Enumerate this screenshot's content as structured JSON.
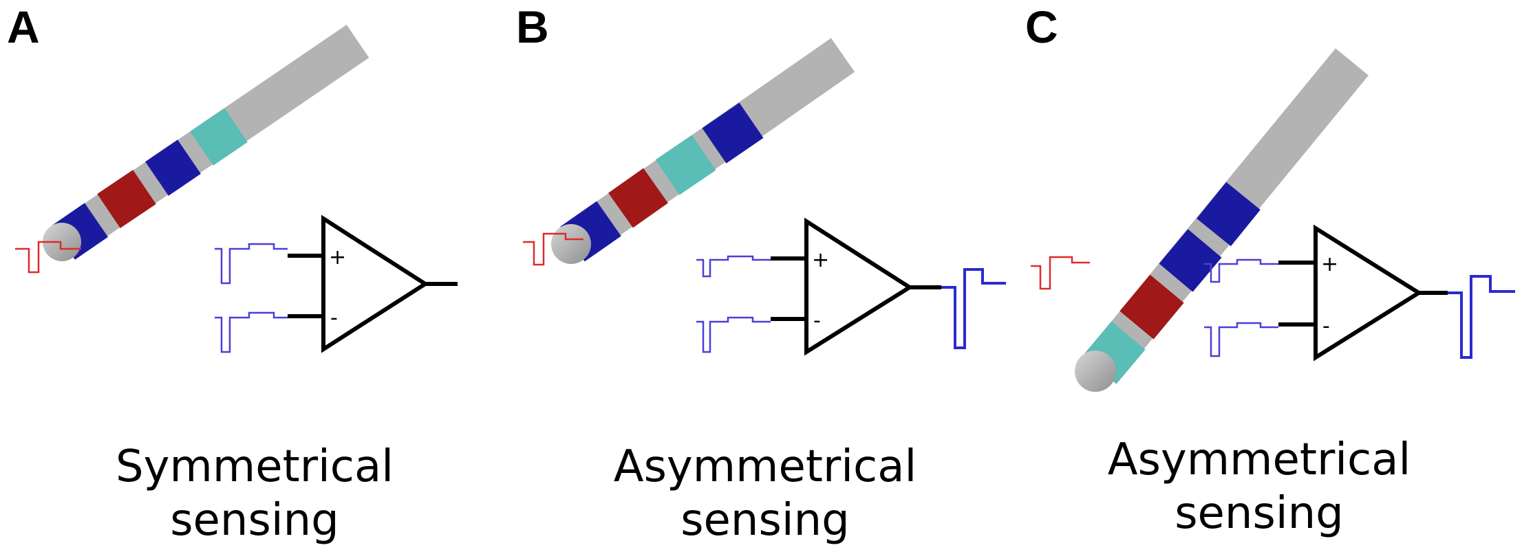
{
  "panels": [
    {
      "letter": "A",
      "caption_line1": "Symmetrical",
      "caption_line2": "sensing"
    },
    {
      "letter": "B",
      "caption_line1": "Asymmetrical",
      "caption_line2": "sensing"
    },
    {
      "letter": "C",
      "caption_line1": "Asymmetrical",
      "caption_line2": "sensing"
    }
  ],
  "amplifier": {
    "plus_sign": "+",
    "minus_sign": "-"
  },
  "colors": {
    "lead_body": "#b3b3b3",
    "ring_blue": "#1a1aa0",
    "ring_red": "#a01818",
    "ring_teal": "#5abdb6",
    "signal_red": "#e02a2a",
    "signal_blue": "#4a3fd8",
    "output_blue": "#2a2ad0"
  }
}
